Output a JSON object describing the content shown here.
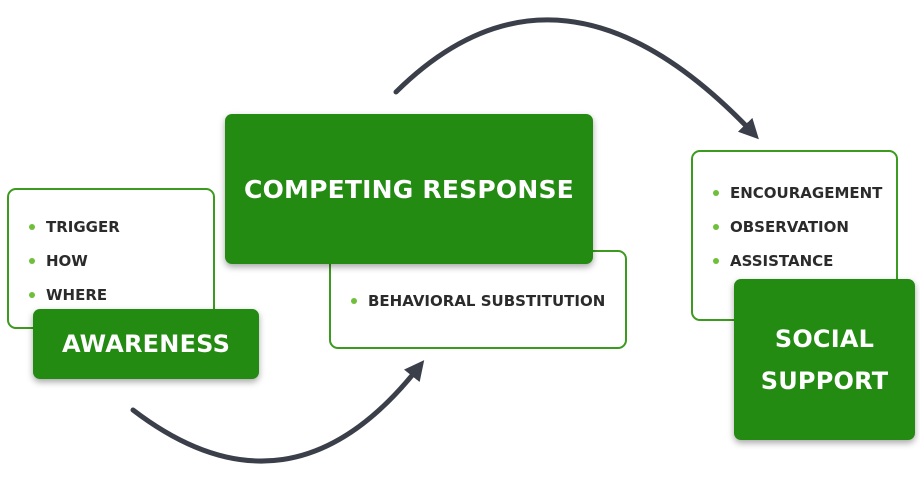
{
  "awareness": {
    "title": "AWARENESS",
    "items": [
      "TRIGGER",
      "HOW",
      "WHERE"
    ]
  },
  "competing_response": {
    "title": "COMPETING RESPONSE",
    "items": [
      "BEHAVIORAL SUBSTITUTION"
    ]
  },
  "social_support": {
    "title_line1": "SOCIAL",
    "title_line2": "SUPPORT",
    "items": [
      "ENCOURAGEMENT",
      "OBSERVATION",
      "ASSISTANCE"
    ]
  },
  "colors": {
    "box_green": "#238b12",
    "border_green": "#3c9a1e",
    "bullet_green": "#6fbf3a",
    "text_dark": "#2b2b2b",
    "arrow": "#3b3f4a"
  }
}
